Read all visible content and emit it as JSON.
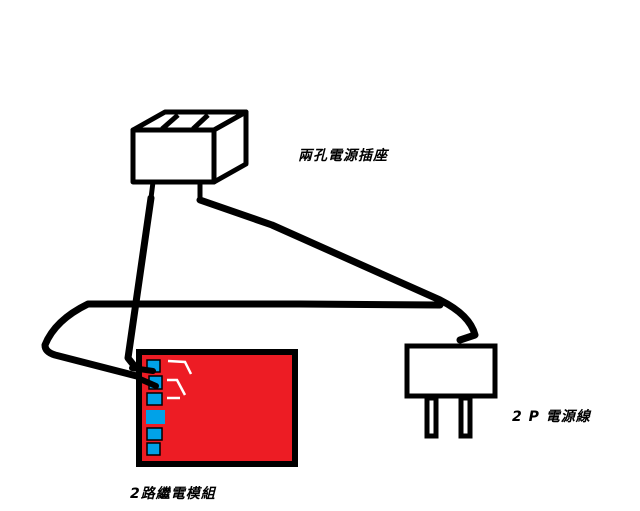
{
  "labels": {
    "socket": "兩孔電源插座",
    "plug": "2 P 電源線",
    "relay": "2路繼電模組"
  },
  "colors": {
    "relay_board": "#ed1c24",
    "terminal": "#00a2e8",
    "wire": "#000000",
    "background": "#ffffff"
  },
  "components": [
    {
      "name": "two-hole-power-socket",
      "label_ref": "labels.socket"
    },
    {
      "name": "2p-power-plug",
      "label_ref": "labels.plug"
    },
    {
      "name": "2-channel-relay-module",
      "label_ref": "labels.relay",
      "terminals": 6
    }
  ]
}
